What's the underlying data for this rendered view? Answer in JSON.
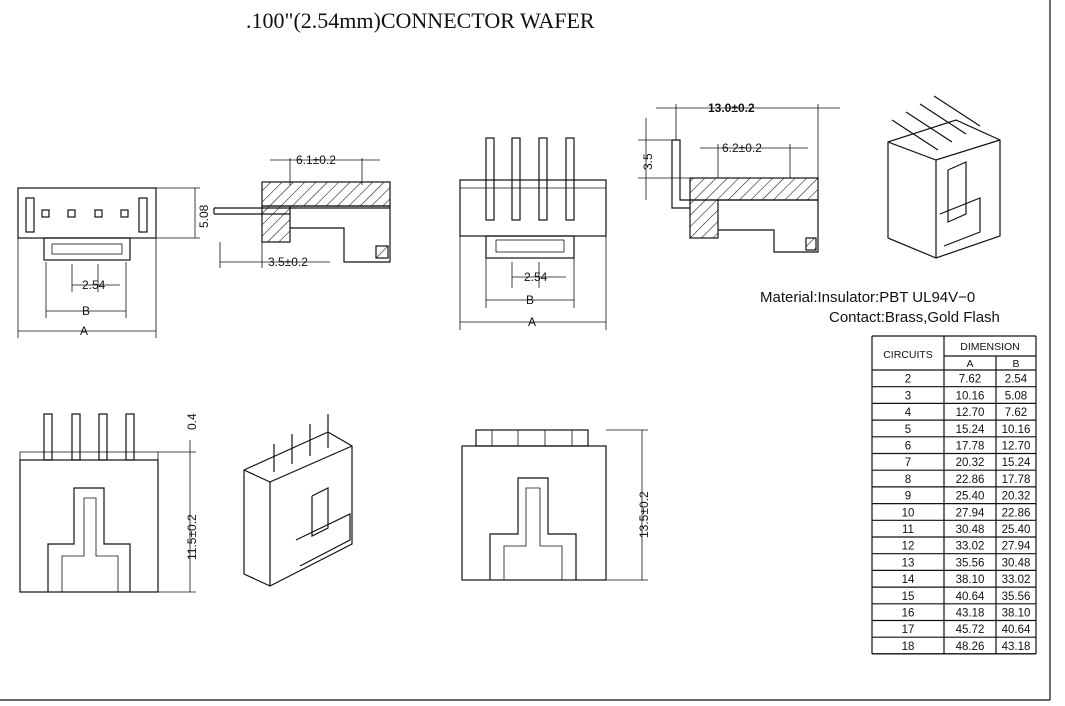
{
  "title": ".100\"(2.54mm)CONNECTOR WAFER",
  "dims": {
    "height_508": "5.08",
    "pitch": "2.54",
    "b": "B",
    "a": "A",
    "d61": "6.1±0.2",
    "d35": "3.5±0.2",
    "d130": "13.0±0.2",
    "d62": "6.2±0.2",
    "d35v": "3.5",
    "d04": "0.4",
    "d115": "11.5±0.2",
    "d135": "13.5±0.2"
  },
  "material": {
    "insulator": "Material:Insulator:PBT  UL94V−0",
    "contact": "Contact:Brass,Gold  Flash"
  },
  "table": {
    "circuits_header": "CIRCUITS",
    "dimension_header": "DIMENSION",
    "col_a": "A",
    "col_b": "B",
    "rows": [
      {
        "c": "2",
        "a": "7.62",
        "b": "2.54"
      },
      {
        "c": "3",
        "a": "10.16",
        "b": "5.08"
      },
      {
        "c": "4",
        "a": "12.70",
        "b": "7.62"
      },
      {
        "c": "5",
        "a": "15.24",
        "b": "10.16"
      },
      {
        "c": "6",
        "a": "17.78",
        "b": "12.70"
      },
      {
        "c": "7",
        "a": "20.32",
        "b": "15.24"
      },
      {
        "c": "8",
        "a": "22.86",
        "b": "17.78"
      },
      {
        "c": "9",
        "a": "25.40",
        "b": "20.32"
      },
      {
        "c": "10",
        "a": "27.94",
        "b": "22.86"
      },
      {
        "c": "11",
        "a": "30.48",
        "b": "25.40"
      },
      {
        "c": "12",
        "a": "33.02",
        "b": "27.94"
      },
      {
        "c": "13",
        "a": "35.56",
        "b": "30.48"
      },
      {
        "c": "14",
        "a": "38.10",
        "b": "33.02"
      },
      {
        "c": "15",
        "a": "40.64",
        "b": "35.56"
      },
      {
        "c": "16",
        "a": "43.18",
        "b": "38.10"
      },
      {
        "c": "17",
        "a": "45.72",
        "b": "40.64"
      },
      {
        "c": "18",
        "a": "48.26",
        "b": "43.18"
      }
    ]
  }
}
